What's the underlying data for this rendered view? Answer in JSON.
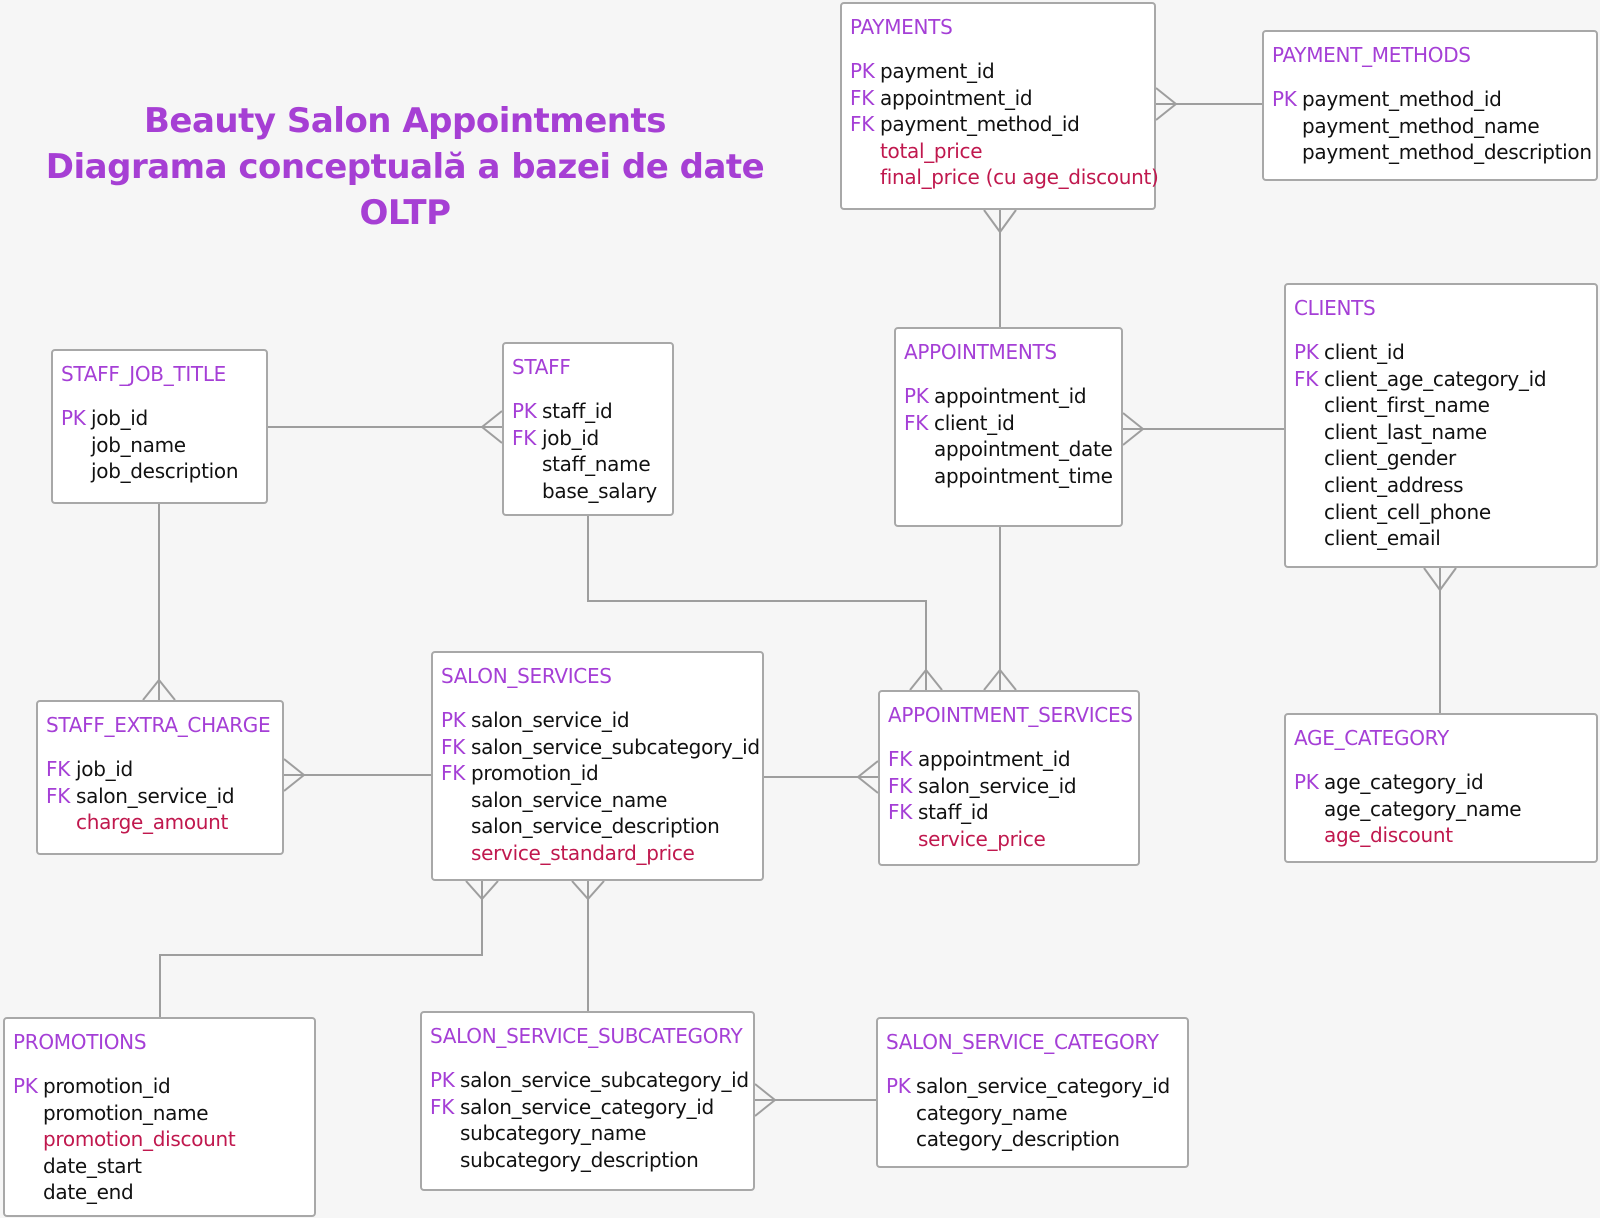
{
  "title": {
    "line1": "Beauty Salon Appointments",
    "line2": "Diagrama conceptuală a bazei de date OLTP"
  },
  "colors": {
    "title": "#a63fd4",
    "entity_name": "#a53fd6",
    "key_marker": "#a53fd6",
    "calculated_attribute": "#c0184e",
    "line": "#9e9e9e",
    "background": "#f6f6f6"
  },
  "entities": {
    "payments": {
      "name": "PAYMENTS",
      "attributes": [
        {
          "key": "PK",
          "name": "payment_id"
        },
        {
          "key": "FK",
          "name": "appointment_id"
        },
        {
          "key": "FK",
          "name": "payment_method_id"
        },
        {
          "key": "",
          "name": "total_price",
          "calculated": true
        },
        {
          "key": "",
          "name": "final_price (cu age_discount)",
          "calculated": true
        }
      ]
    },
    "payment_methods": {
      "name": "PAYMENT_METHODS",
      "attributes": [
        {
          "key": "PK",
          "name": "payment_method_id"
        },
        {
          "key": "",
          "name": "payment_method_name"
        },
        {
          "key": "",
          "name": "payment_method_description"
        }
      ]
    },
    "staff_job_title": {
      "name": "STAFF_JOB_TITLE",
      "attributes": [
        {
          "key": "PK",
          "name": "job_id"
        },
        {
          "key": "",
          "name": "job_name"
        },
        {
          "key": "",
          "name": "job_description"
        }
      ]
    },
    "staff": {
      "name": "STAFF",
      "attributes": [
        {
          "key": "PK",
          "name": "staff_id"
        },
        {
          "key": "FK",
          "name": "job_id"
        },
        {
          "key": "",
          "name": "staff_name"
        },
        {
          "key": "",
          "name": "base_salary"
        }
      ]
    },
    "appointments": {
      "name": "APPOINTMENTS",
      "attributes": [
        {
          "key": "PK",
          "name": "appointment_id"
        },
        {
          "key": "FK",
          "name": "client_id"
        },
        {
          "key": "",
          "name": "appointment_date"
        },
        {
          "key": "",
          "name": "appointment_time"
        }
      ]
    },
    "clients": {
      "name": "CLIENTS",
      "attributes": [
        {
          "key": "PK",
          "name": "client_id"
        },
        {
          "key": "FK",
          "name": "client_age_category_id"
        },
        {
          "key": "",
          "name": "client_first_name"
        },
        {
          "key": "",
          "name": "client_last_name"
        },
        {
          "key": "",
          "name": "client_gender"
        },
        {
          "key": "",
          "name": "client_address"
        },
        {
          "key": "",
          "name": "client_cell_phone"
        },
        {
          "key": "",
          "name": "client_email"
        }
      ]
    },
    "staff_extra_charge": {
      "name": "STAFF_EXTRA_CHARGE",
      "attributes": [
        {
          "key": "FK",
          "name": "job_id"
        },
        {
          "key": "FK",
          "name": "salon_service_id"
        },
        {
          "key": "",
          "name": "charge_amount",
          "calculated": true
        }
      ]
    },
    "salon_services": {
      "name": "SALON_SERVICES",
      "attributes": [
        {
          "key": "PK",
          "name": "salon_service_id"
        },
        {
          "key": "FK",
          "name": "salon_service_subcategory_id"
        },
        {
          "key": "FK",
          "name": "promotion_id"
        },
        {
          "key": "",
          "name": "salon_service_name"
        },
        {
          "key": "",
          "name": "salon_service_description"
        },
        {
          "key": "",
          "name": "service_standard_price",
          "calculated": true
        }
      ]
    },
    "appointment_services": {
      "name": "APPOINTMENT_SERVICES",
      "attributes": [
        {
          "key": "FK",
          "name": "appointment_id"
        },
        {
          "key": "FK",
          "name": "salon_service_id"
        },
        {
          "key": "FK",
          "name": "staff_id"
        },
        {
          "key": "",
          "name": "service_price",
          "calculated": true
        }
      ]
    },
    "age_category": {
      "name": "AGE_CATEGORY",
      "attributes": [
        {
          "key": "PK",
          "name": "age_category_id"
        },
        {
          "key": "",
          "name": "age_category_name"
        },
        {
          "key": "",
          "name": "age_discount",
          "calculated": true
        }
      ]
    },
    "promotions": {
      "name": "PROMOTIONS",
      "attributes": [
        {
          "key": "PK",
          "name": "promotion_id"
        },
        {
          "key": "",
          "name": "promotion_name"
        },
        {
          "key": "",
          "name": "promotion_discount",
          "calculated": true
        },
        {
          "key": "",
          "name": "date_start"
        },
        {
          "key": "",
          "name": "date_end"
        }
      ]
    },
    "salon_service_subcategory": {
      "name": "SALON_SERVICE_SUBCATEGORY",
      "attributes": [
        {
          "key": "PK",
          "name": "salon_service_subcategory_id"
        },
        {
          "key": "FK",
          "name": "salon_service_category_id"
        },
        {
          "key": "",
          "name": "subcategory_name"
        },
        {
          "key": "",
          "name": "subcategory_description"
        }
      ]
    },
    "salon_service_category": {
      "name": "SALON_SERVICE_CATEGORY",
      "attributes": [
        {
          "key": "PK",
          "name": "salon_service_category_id"
        },
        {
          "key": "",
          "name": "category_name"
        },
        {
          "key": "",
          "name": "category_description"
        }
      ]
    }
  }
}
